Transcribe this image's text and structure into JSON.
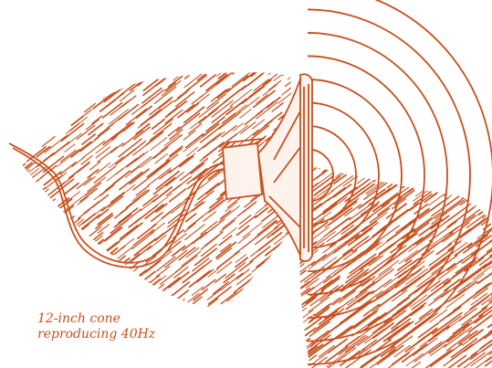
{
  "colors": {
    "ink": "#c8501e",
    "paper": "#ffffff",
    "cone_fill": "#fdf3ec"
  },
  "caption": {
    "line1": "12-inch cone",
    "line2": "reproducing 40Hz"
  },
  "diagram": {
    "wave_ring_count": 8
  }
}
